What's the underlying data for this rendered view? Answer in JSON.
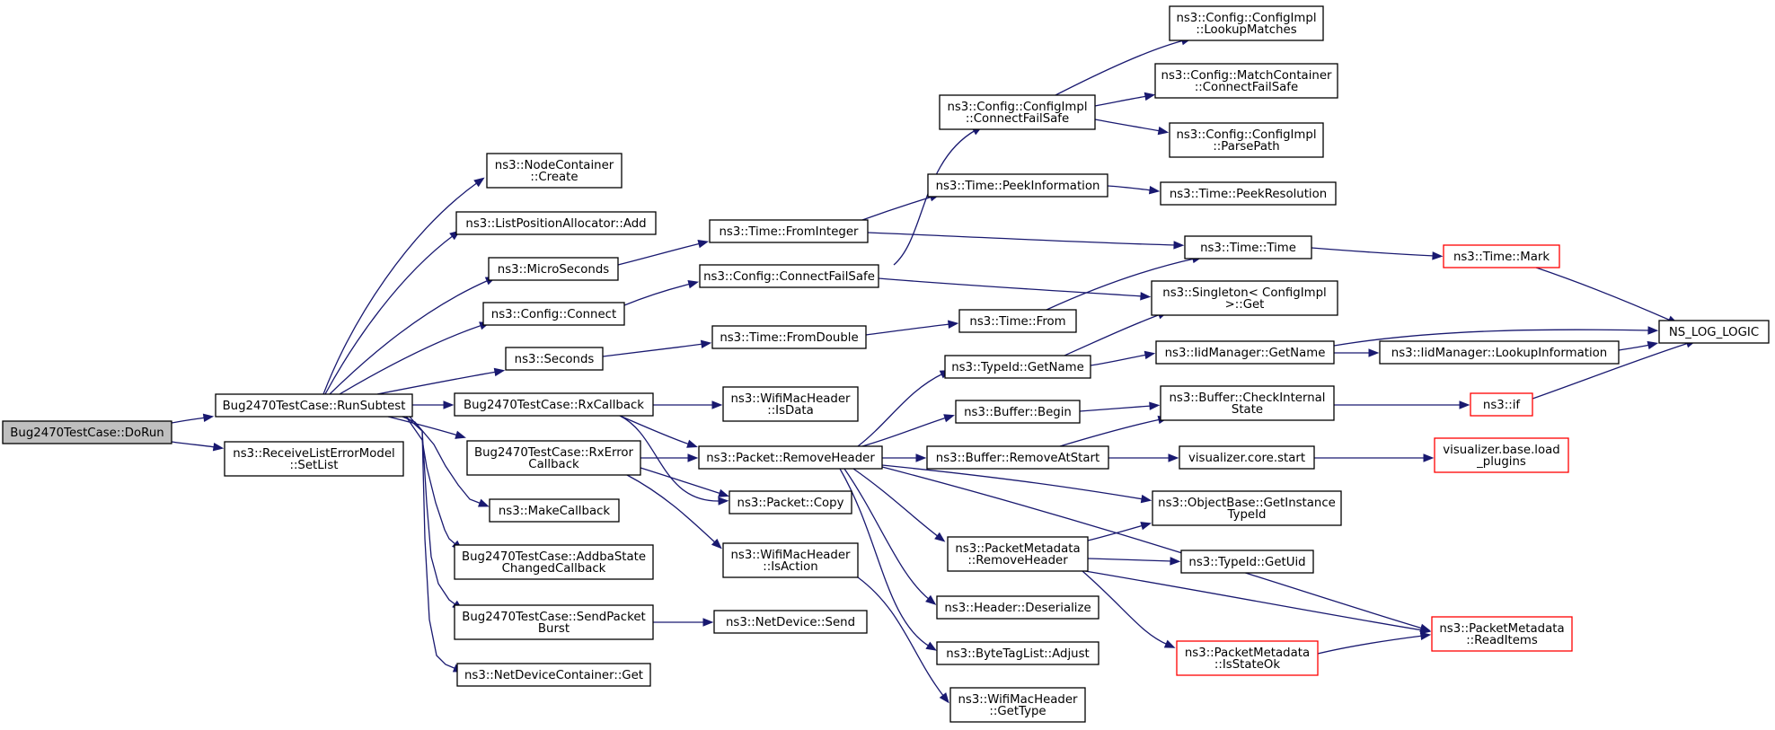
{
  "colors": {
    "edge": "#191970",
    "node_border": "#000000",
    "node_border_missing": "#ff0000",
    "root_fill": "#bfbfbf"
  },
  "nodes": {
    "dorun": {
      "lines": [
        "Bug2470TestCase::DoRun"
      ]
    },
    "runsubtest": {
      "lines": [
        "Bug2470TestCase::RunSubtest"
      ]
    },
    "setlist": {
      "lines": [
        "ns3::ReceiveListErrorModel",
        "::SetList"
      ]
    },
    "nodecreate": {
      "lines": [
        "ns3::NodeContainer",
        "::Create"
      ]
    },
    "listposadd": {
      "lines": [
        "ns3::ListPositionAllocator::Add"
      ]
    },
    "microseconds": {
      "lines": [
        "ns3::MicroSeconds"
      ]
    },
    "configconnect": {
      "lines": [
        "ns3::Config::Connect"
      ]
    },
    "seconds": {
      "lines": [
        "ns3::Seconds"
      ]
    },
    "rxcallback": {
      "lines": [
        "Bug2470TestCase::RxCallback"
      ]
    },
    "rxerror": {
      "lines": [
        "Bug2470TestCase::RxError",
        "Callback"
      ]
    },
    "makecallback": {
      "lines": [
        "ns3::MakeCallback"
      ]
    },
    "addba": {
      "lines": [
        "Bug2470TestCase::AddbaState",
        "ChangedCallback"
      ]
    },
    "sendpacket": {
      "lines": [
        "Bug2470TestCase::SendPacket",
        "Burst"
      ]
    },
    "ndcget": {
      "lines": [
        "ns3::NetDeviceContainer::Get"
      ]
    },
    "fromint": {
      "lines": [
        "ns3::Time::FromInteger"
      ]
    },
    "cfgconnectfs": {
      "lines": [
        "ns3::Config::ConnectFailSafe"
      ]
    },
    "fromdouble": {
      "lines": [
        "ns3::Time::FromDouble"
      ]
    },
    "isdata": {
      "lines": [
        "ns3::WifiMacHeader",
        "::IsData"
      ]
    },
    "removeheader": {
      "lines": [
        "ns3::Packet::RemoveHeader"
      ]
    },
    "pktcopy": {
      "lines": [
        "ns3::Packet::Copy"
      ]
    },
    "isaction": {
      "lines": [
        "ns3::WifiMacHeader",
        "::IsAction"
      ]
    },
    "netdevsend": {
      "lines": [
        "ns3::NetDevice::Send"
      ]
    },
    "cimplconnectfs": {
      "lines": [
        "ns3::Config::ConfigImpl",
        "::ConnectFailSafe"
      ]
    },
    "peekinfo": {
      "lines": [
        "ns3::Time::PeekInformation"
      ]
    },
    "timefrom": {
      "lines": [
        "ns3::Time::From"
      ]
    },
    "typeidgetname": {
      "lines": [
        "ns3::TypeId::GetName"
      ]
    },
    "bufbegin": {
      "lines": [
        "ns3::Buffer::Begin"
      ]
    },
    "bufremove": {
      "lines": [
        "ns3::Buffer::RemoveAtStart"
      ]
    },
    "pmremove": {
      "lines": [
        "ns3::PacketMetadata",
        "::RemoveHeader"
      ]
    },
    "hdrdeser": {
      "lines": [
        "ns3::Header::Deserialize"
      ]
    },
    "btladjust": {
      "lines": [
        "ns3::ByteTagList::Adjust"
      ]
    },
    "gettype": {
      "lines": [
        "ns3::WifiMacHeader",
        "::GetType"
      ]
    },
    "lookupmatches": {
      "lines": [
        "ns3::Config::ConfigImpl",
        "::LookupMatches"
      ]
    },
    "mcconnectfs": {
      "lines": [
        "ns3::Config::MatchContainer",
        "::ConnectFailSafe"
      ]
    },
    "parsepath": {
      "lines": [
        "ns3::Config::ConfigImpl",
        "::ParsePath"
      ]
    },
    "peekres": {
      "lines": [
        "ns3::Time::PeekResolution"
      ]
    },
    "timetime": {
      "lines": [
        "ns3::Time::Time"
      ]
    },
    "singleton": {
      "lines": [
        "ns3::Singleton< ConfigImpl",
        ">::Get"
      ]
    },
    "iidgetname": {
      "lines": [
        "ns3::IidManager::GetName"
      ]
    },
    "checkinternal": {
      "lines": [
        "ns3::Buffer::CheckInternal",
        "State"
      ]
    },
    "vizstart": {
      "lines": [
        "visualizer.core.start"
      ]
    },
    "getinstance": {
      "lines": [
        "ns3::ObjectBase::GetInstance",
        "TypeId"
      ]
    },
    "getuid": {
      "lines": [
        "ns3::TypeId::GetUid"
      ]
    },
    "isstateok": {
      "lines": [
        "ns3::PacketMetadata",
        "::IsStateOk"
      ]
    },
    "readitems": {
      "lines": [
        "ns3::PacketMetadata",
        "::ReadItems"
      ]
    },
    "timemark": {
      "lines": [
        "ns3::Time::Mark"
      ]
    },
    "lookupinfo": {
      "lines": [
        "ns3::IidManager::LookupInformation"
      ]
    },
    "nsif": {
      "lines": [
        "ns3::if"
      ]
    },
    "loadplugins": {
      "lines": [
        "visualizer.base.load",
        "_plugins"
      ]
    },
    "nslog": {
      "lines": [
        "NS_LOG_LOGIC"
      ]
    }
  }
}
